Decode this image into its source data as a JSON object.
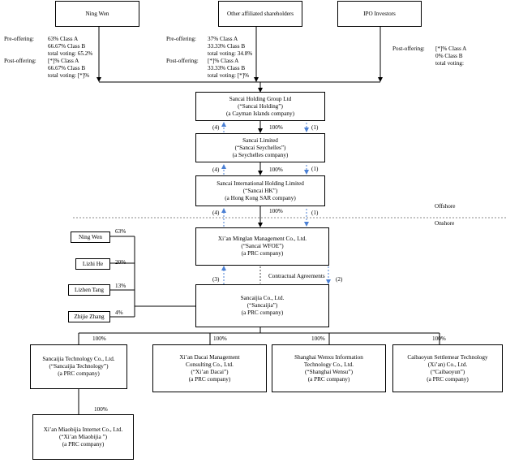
{
  "shareholders": {
    "ning_wen": {
      "name": "Ning Wen",
      "pre_label": "Pre-offering:",
      "pre_lines": [
        "63% Class A",
        "66.67% Class B",
        "total voting: 65.2%"
      ],
      "post_label": "Post-offering:",
      "post_lines": [
        "[*]% Class A",
        "66.67% Class B",
        "total voting: [*]%"
      ]
    },
    "other": {
      "name": "Other affiliated shareholders",
      "pre_label": "Pre-offering:",
      "pre_lines": [
        "37% Class A",
        "33.33% Class B",
        "total voting: 34.8%"
      ],
      "post_label": "Post-offering:",
      "post_lines": [
        "[*]% Class A",
        "33.33% Class B",
        "total voting: [*]%"
      ]
    },
    "ipo": {
      "name": "IPO Investors",
      "post_label": "Post-offering:",
      "post_lines": [
        "[*]% Class A",
        "0% Class B",
        "total voting:"
      ]
    }
  },
  "entities": {
    "holding": [
      "Sancai Holding Group Ltd",
      "(“Sancai Holding”)",
      "(a Cayman Islands company)"
    ],
    "seychelles": [
      "Sancai Limited",
      "(“Sancai Seychelles”)",
      "(a Seychelles company)"
    ],
    "hk": [
      "Sancai International Holding Limited",
      "(“Sancai HK”)",
      "(a Hong Kong SAR company)"
    ],
    "wfoe": [
      "Xi’an Minglan Management Co., Ltd.",
      "(“Sancai WFOE”)",
      "(a PRC company)"
    ],
    "sancaijia": [
      "Sancaijia Co., Ltd.",
      "(“Sancaijia”)",
      "(a PRC company)"
    ],
    "sub1": [
      "Sancaijia Technology Co., Ltd.",
      "(“Sancaijia Technology”)",
      "(a PRC company)"
    ],
    "sub2": [
      "Xi’an Dacai Management",
      "Consulting Co., Ltd.",
      "(“Xi’an Dacai”)",
      "(a PRC company)"
    ],
    "sub3": [
      "Shanghai Wenxu Information",
      "Technology Co., Ltd.",
      "(“Shanghai Wensu”)",
      "(a PRC company)"
    ],
    "sub4": [
      "Caibaoyun Settlemear Technology",
      "(Xi’an) Co., Ltd.",
      "(“Caibaoyun”)",
      "(a PRC company)"
    ],
    "miaobijia": [
      "Xi’an Miaobijia Internet Co., Ltd.",
      "(“Xi’an Miaobijia ”)",
      "(a PRC company)"
    ]
  },
  "individuals": [
    {
      "name": "Ning Wen",
      "pct": "63%"
    },
    {
      "name": "Lizhi He",
      "pct": "20%"
    },
    {
      "name": "Lizhen Tang",
      "pct": "13%"
    },
    {
      "name": "Zhijie Zhang",
      "pct": "4%"
    }
  ],
  "labels": {
    "pct100": "100%",
    "n1": "(1)",
    "n2": "(2)",
    "n3": "(3)",
    "n4": "(4)",
    "offshore": "Offshore",
    "onshore": "Onshore",
    "contractual": "Contractual Agreements"
  },
  "colors": {
    "arrow_blue": "#4a7fd4",
    "line": "#000000",
    "dash": "#888888"
  }
}
